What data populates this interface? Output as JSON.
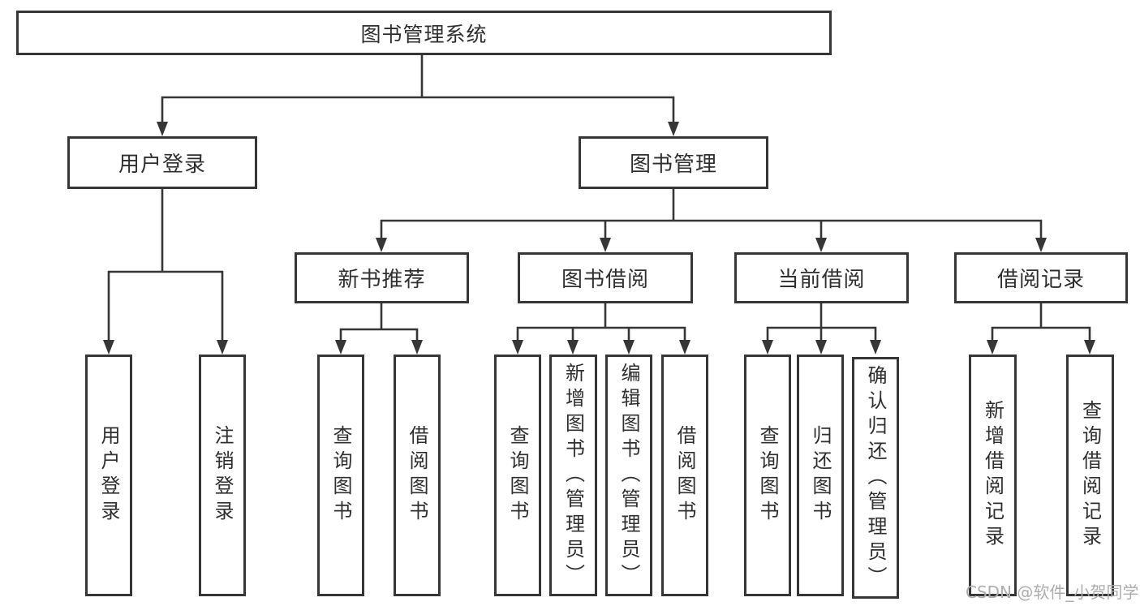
{
  "colors": {
    "background": "#ffffff",
    "line": "#363636",
    "text": "#2f2f2f",
    "watermark": "#adadad"
  },
  "tree": {
    "root": {
      "label": "图书管理系统"
    },
    "login": {
      "label": "用户登录",
      "children": [
        {
          "label": "用户登录"
        },
        {
          "label": "注销登录"
        }
      ]
    },
    "management": {
      "label": "图书管理",
      "sections": [
        {
          "label": "新书推荐",
          "children": [
            {
              "label": "查询图书"
            },
            {
              "label": "借阅图书"
            }
          ]
        },
        {
          "label": "图书借阅",
          "children": [
            {
              "label": "查询图书"
            },
            {
              "label": "新增图书（管理员）"
            },
            {
              "label": "编辑图书（管理员）"
            },
            {
              "label": "借阅图书"
            }
          ]
        },
        {
          "label": "当前借阅",
          "children": [
            {
              "label": "查询图书"
            },
            {
              "label": "归还图书"
            },
            {
              "label": "确认归还（管理员）"
            }
          ]
        },
        {
          "label": "借阅记录",
          "children": [
            {
              "label": "新增借阅记录"
            },
            {
              "label": "查询借阅记录"
            }
          ]
        }
      ]
    }
  },
  "watermark": {
    "text": "CSDN @软件_小贺同学"
  }
}
